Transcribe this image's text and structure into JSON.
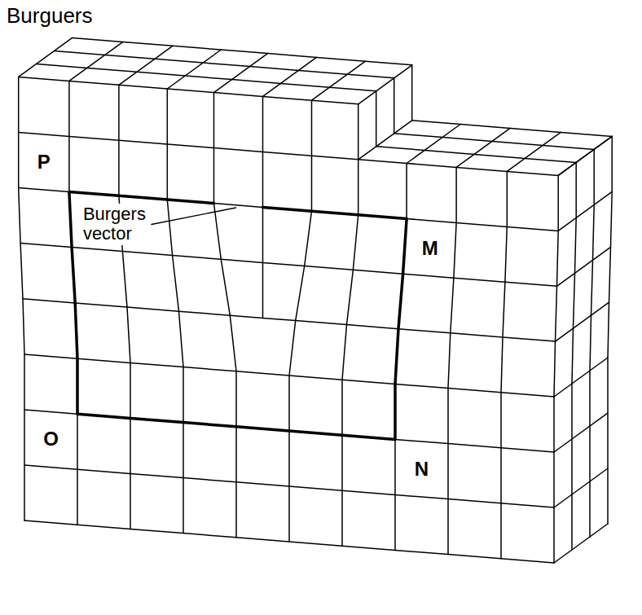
{
  "diagram": {
    "title": "Burguers",
    "labels": [
      "P",
      "Burgers vector",
      "M",
      "O",
      "N"
    ]
  }
}
